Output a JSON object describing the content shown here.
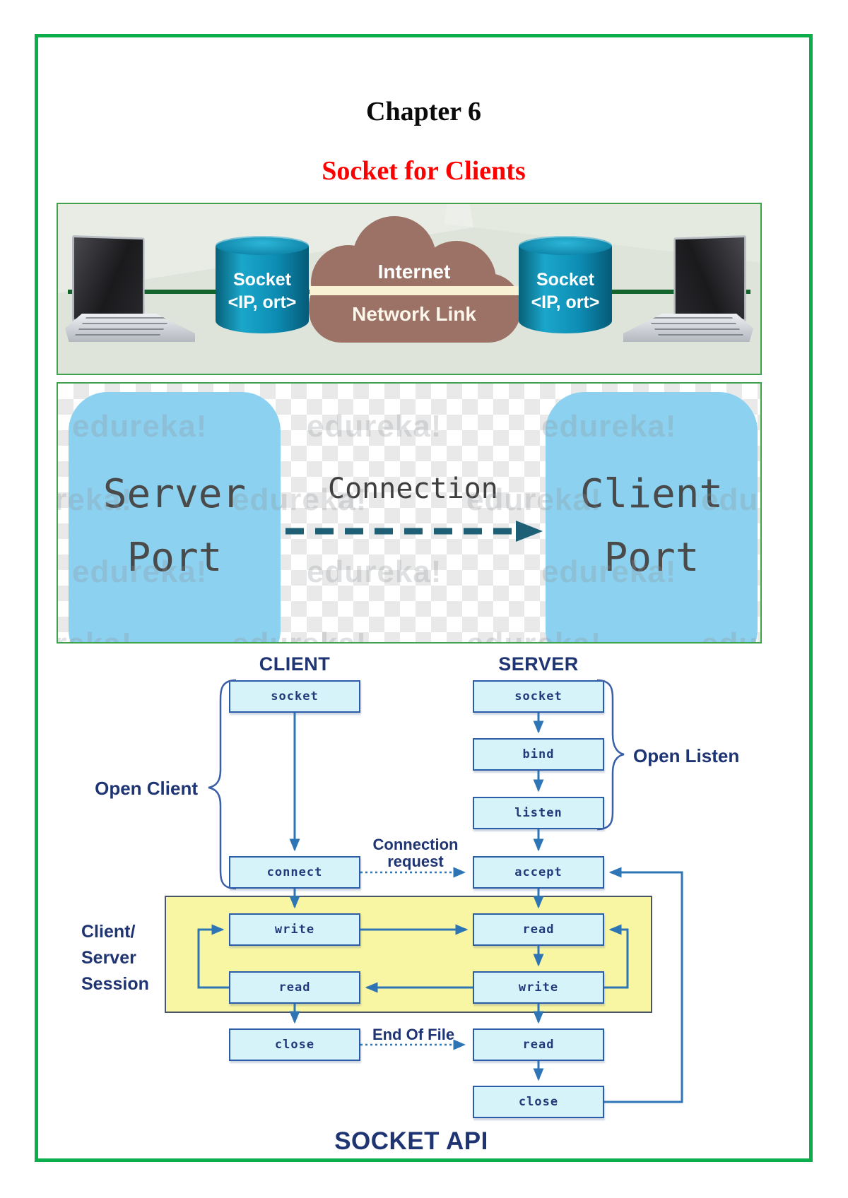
{
  "page": {
    "chapter_title": "Chapter 6",
    "subtitle": "Socket for Clients"
  },
  "figure_network": {
    "socket_label": "Socket",
    "socket_sub": "<IP, ort>",
    "cloud_top": "Internet",
    "cloud_bottom": "Network Link"
  },
  "figure_ports": {
    "server_box_line1": "Server",
    "server_box_line2": "Port",
    "client_box_line1": "Client",
    "client_box_line2": "Port",
    "connection_label": "Connection",
    "watermark": "edureka!"
  },
  "diagram": {
    "client_heading": "CLIENT",
    "server_heading": "SERVER",
    "client_nodes": [
      {
        "label": "socket"
      },
      {
        "label": "connect"
      },
      {
        "label": "write"
      },
      {
        "label": "read"
      },
      {
        "label": "close"
      }
    ],
    "server_nodes": [
      {
        "label": "socket"
      },
      {
        "label": "bind"
      },
      {
        "label": "listen"
      },
      {
        "label": "accept"
      },
      {
        "label": "read"
      },
      {
        "label": "write"
      },
      {
        "label": "read"
      },
      {
        "label": "close"
      }
    ],
    "labels": {
      "open_client": "Open Client",
      "open_listen": "Open Listen",
      "connection_request_l1": "Connection",
      "connection_request_l2": "request",
      "session_l1": "Client/",
      "session_l2": "Server",
      "session_l3": "Session",
      "end_of_file": "End Of File",
      "title": "SOCKET API"
    }
  },
  "colors": {
    "page_border_green": "#0cad4b",
    "figure_border_green": "#3fa34d",
    "subtitle_red": "#fe0000",
    "cylinder_teal": "#0e87ae",
    "cloud_brown": "#9b7265",
    "connection_line_green": "#15632d",
    "cream_band": "#f8f1d4",
    "port_box_blue": "#8cd2f0",
    "connection_arrow_teal": "#1d6076",
    "label_navy": "#1f3473",
    "node_fill": "#d5f3f9",
    "node_border": "#2b5ca8",
    "flow_arrow_blue": "#2e75b6",
    "session_band_yellow": "#f9f6a3"
  }
}
